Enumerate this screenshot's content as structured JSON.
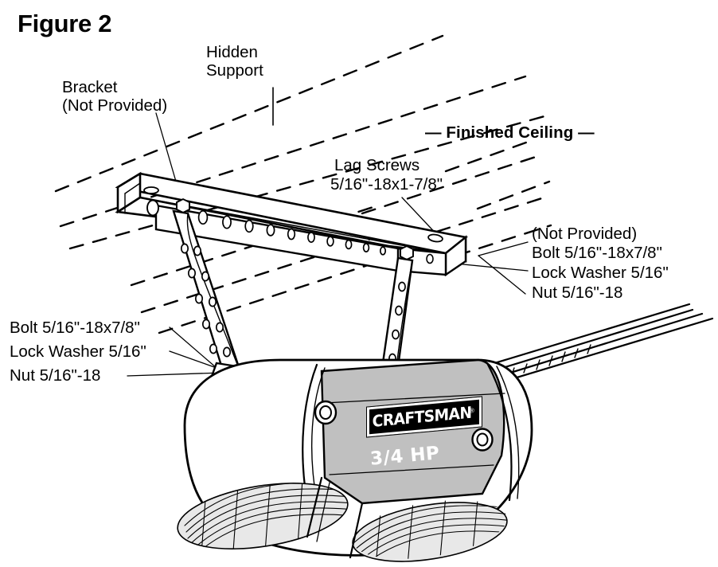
{
  "figure": {
    "title": "Figure 2"
  },
  "labels": {
    "bracket": {
      "line1": "Bracket",
      "line2": "(Not Provided)"
    },
    "hidden_support": {
      "line1": "Hidden",
      "line2": "Support"
    },
    "finished_ceiling": "— Finished Ceiling —",
    "lag_screws": {
      "line1": "Lag Screws",
      "line2": "5/16\"-18x1-7/8\""
    },
    "right_hardware": {
      "line1": "(Not Provided)",
      "line2": "Bolt 5/16\"-18x7/8\"",
      "line3": "Lock Washer 5/16\"",
      "line4": "Nut 5/16\"-18"
    },
    "left_hardware": {
      "line1": "Bolt 5/16\"-18x7/8\"",
      "line2": "Lock Washer 5/16\"",
      "line3": "Nut 5/16\"-18"
    }
  },
  "opener": {
    "brand": "CRAFTSMAN",
    "trademark": "®",
    "horsepower": "3/4 HP"
  },
  "colors": {
    "ink": "#000000",
    "panel_gray": "#c0c0c0",
    "body_white": "#ffffff",
    "lens_gray": "#e8e8e8",
    "page_bg": "#ffffff"
  }
}
